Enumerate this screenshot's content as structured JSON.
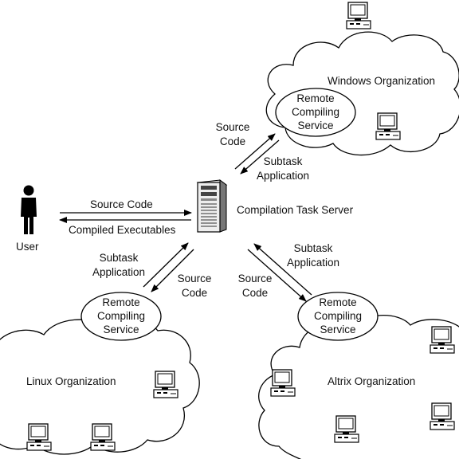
{
  "nodes": {
    "user": "User",
    "server": "Compilation Task Server",
    "windows_org": "Windows Organization",
    "linux_org": "Linux Organization",
    "altrix_org": "Altrix Organization",
    "service_windows": [
      "Remote",
      "Compiling",
      "Service"
    ],
    "service_linux": [
      "Remote",
      "Compiling",
      "Service"
    ],
    "service_altrix": [
      "Remote",
      "Compiling",
      "Service"
    ]
  },
  "edges": {
    "user_to_server": "Source Code",
    "server_to_user": "Compiled Executables",
    "windows_in": [
      "Source",
      "Code"
    ],
    "windows_out": [
      "Subtask",
      "Application"
    ],
    "linux_out": [
      "Subtask",
      "Application"
    ],
    "linux_in": [
      "Source",
      "Code"
    ],
    "altrix_in": [
      "Source",
      "Code"
    ],
    "altrix_out": [
      "Subtask",
      "Application"
    ]
  },
  "icons": [
    "person-icon",
    "server-tower-icon",
    "workstation-icon",
    "cloud-shape",
    "arrow"
  ]
}
